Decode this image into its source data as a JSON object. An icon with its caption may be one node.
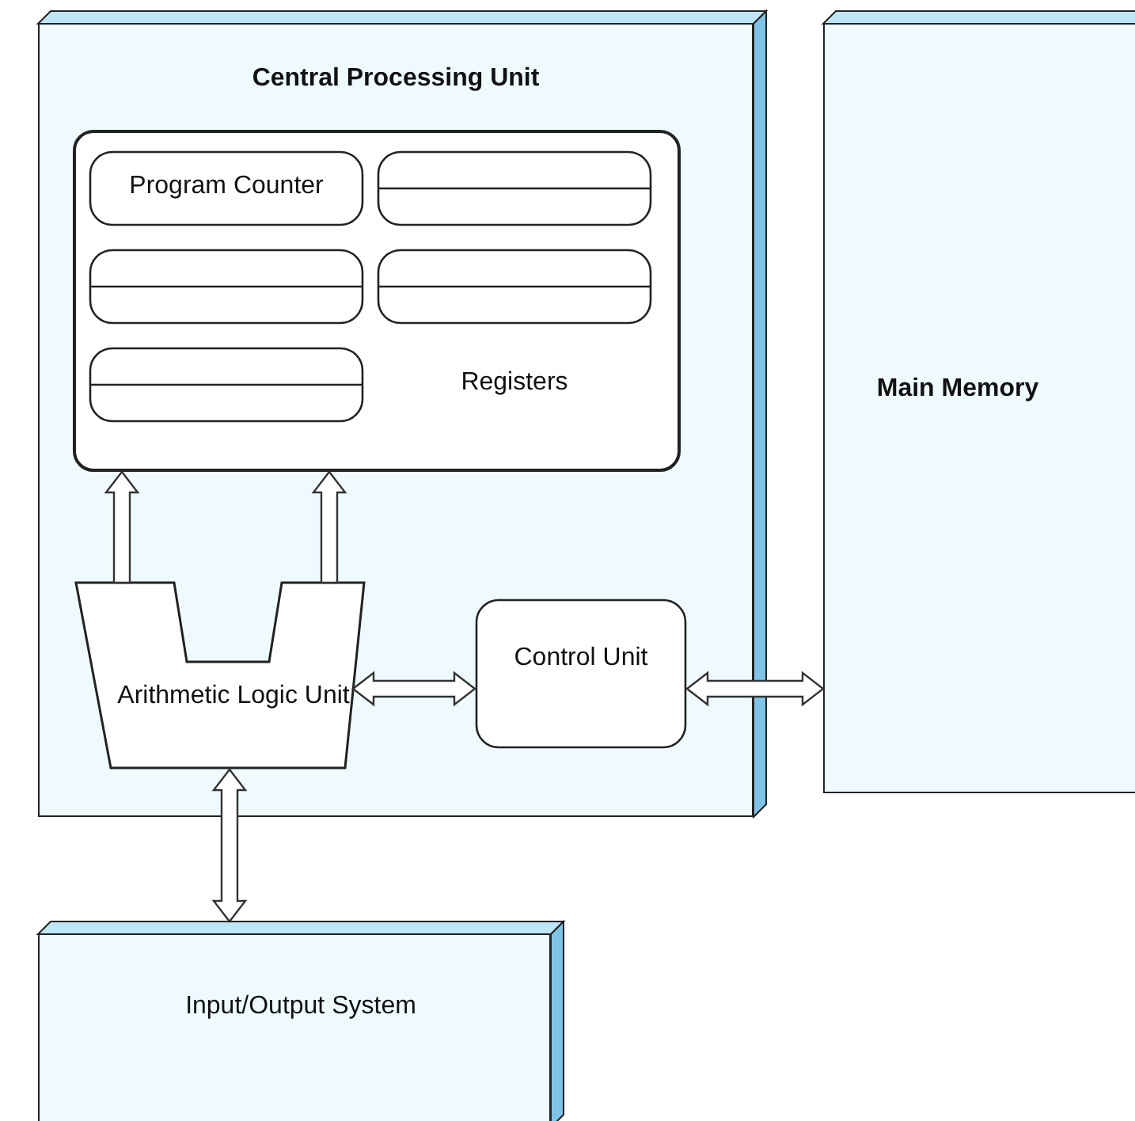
{
  "diagram": {
    "nodes": [
      {
        "text": [
          "Central Processing Unit"
        ]
      },
      {
        "text": [
          "Registers"
        ],
        "in": 0
      },
      {
        "text": [
          "Program Counter"
        ],
        "in": 1
      },
      {
        "text": [],
        "shape": "box",
        "in": 1
      },
      {
        "text": [],
        "shape": "box",
        "in": 1
      },
      {
        "text": [],
        "shape": "box",
        "in": 1
      },
      {
        "text": [],
        "shape": "box",
        "in": 1
      },
      {
        "text": [
          "Arithmetic Logic Unit"
        ],
        "in": 0
      },
      {
        "text": [
          "Control Unit"
        ],
        "in": 0
      },
      {
        "text": [
          "Main Memory"
        ]
      },
      {
        "text": [
          "Input/Output System"
        ]
      }
    ],
    "edges": [
      {
        "from": 7,
        "to": 1,
        "arrow": "to"
      },
      {
        "from": 7,
        "to": 1,
        "arrow": "to"
      },
      {
        "from": 7,
        "to": 8,
        "arrow": "both"
      },
      {
        "from": 8,
        "to": 9,
        "arrow": "both"
      },
      {
        "from": 7,
        "to": 10,
        "arrow": "both"
      }
    ]
  }
}
